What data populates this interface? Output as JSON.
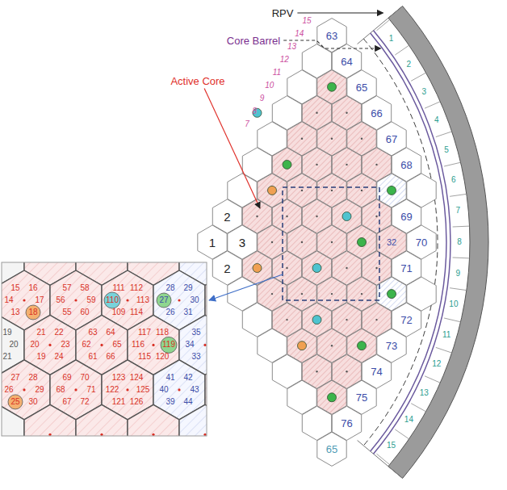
{
  "diagram": {
    "labels": [
      "RPV",
      "Core Barrel",
      "Active Core",
      "63",
      "64",
      "65",
      "66",
      "67",
      "68",
      "69",
      "70",
      "71",
      "72",
      "73",
      "74",
      "75",
      "76",
      "65",
      "32",
      "1",
      "2",
      "3",
      "2",
      "1",
      "2",
      "3",
      "4",
      "5",
      "6",
      "7",
      "8",
      "9",
      "10",
      "11",
      "12",
      "13",
      "14",
      "15",
      "15",
      "14",
      "13",
      "12",
      "11",
      "10",
      "9",
      "8",
      "7",
      "15",
      "16",
      "14",
      "17",
      "13",
      "18",
      "57",
      "58",
      "56",
      "59",
      "55",
      "60",
      "111",
      "112",
      "110",
      "113",
      "109",
      "114",
      "28",
      "29",
      "27",
      "30",
      "26",
      "31",
      "19",
      "20",
      "21",
      "21",
      "22",
      "20",
      "23",
      "19",
      "24",
      "63",
      "64",
      "62",
      "65",
      "61",
      "66",
      "117",
      "118",
      "116",
      "119",
      "115",
      "120",
      "35",
      "34",
      "33",
      "27",
      "28",
      "26",
      "29",
      "25",
      "30",
      "69",
      "70",
      "68",
      "71",
      "67",
      "72",
      "123",
      "124",
      "122",
      "125",
      "121",
      "126",
      "41",
      "42",
      "40",
      "43",
      "39",
      "44"
    ]
  }
}
